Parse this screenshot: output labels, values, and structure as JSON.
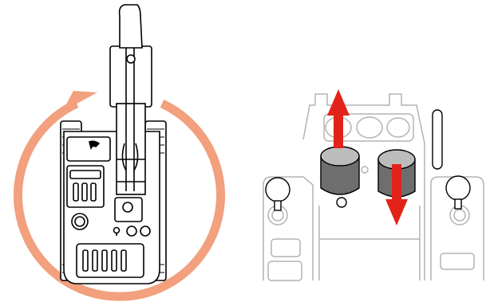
{
  "figure": {
    "panels": [
      {
        "name": "excavator-top-view",
        "rotation_direction": "clockwise"
      },
      {
        "name": "console-control-levers",
        "left_lever_direction": "forward",
        "right_lever_direction": "backward"
      }
    ]
  },
  "colors": {
    "rotation_arrow": "#f2a07e",
    "direction_arrow": "#e2231a",
    "outline": "#000000",
    "console_outline": "#b3b3b3",
    "lever_fill": "#6e6e6e",
    "lever_top": "#bcbcbc"
  },
  "icons": [
    "rotation-arrow-icon",
    "excavator-icon",
    "console-icon",
    "joystick-icon",
    "lever-icon",
    "up-arrow-icon",
    "down-arrow-icon",
    "antenna-icon"
  ]
}
